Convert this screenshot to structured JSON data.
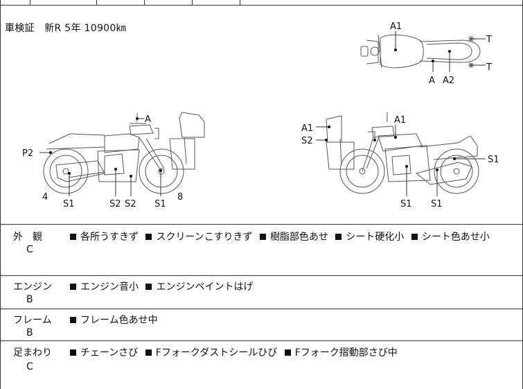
{
  "inspection": {
    "text": "車検証　新R 5年 10900㎞"
  },
  "labels": {
    "top": {
      "a1": "A1",
      "a": "A",
      "a2": "A2",
      "t1": "T",
      "t2": "T"
    },
    "left": {
      "a": "A",
      "p2": "P2",
      "n4": "4",
      "s1a": "S1",
      "s2a": "S2",
      "s2b": "S2",
      "s1b": "S1",
      "n8": "8"
    },
    "right": {
      "a1a": "A1",
      "a1b": "A1",
      "s2": "S2",
      "s1a": "S1",
      "s1b": "S1",
      "s1c": "S1"
    }
  },
  "sections": [
    {
      "name": "外　観",
      "grade": "C",
      "items": [
        "各所うすきず",
        "スクリーンこすりきず",
        "樹脂部色あせ",
        "シート硬化小",
        "シート色あせ小"
      ]
    },
    {
      "name": "エンジン",
      "grade": "B",
      "items": [
        "エンジン音小",
        "エンジンペイントはげ"
      ]
    },
    {
      "name": "フレーム",
      "grade": "B",
      "items": [
        "フレーム色あせ中"
      ]
    },
    {
      "name": "足まわり",
      "grade": "C",
      "items": [
        "チェーンさび",
        "Fフォークダストシールひび",
        "Fフォーク摺動部さび中"
      ]
    }
  ],
  "colors": {
    "line": "#333333",
    "marker": "#111111"
  },
  "icons": {
    "bullet": "black-square-icon"
  }
}
